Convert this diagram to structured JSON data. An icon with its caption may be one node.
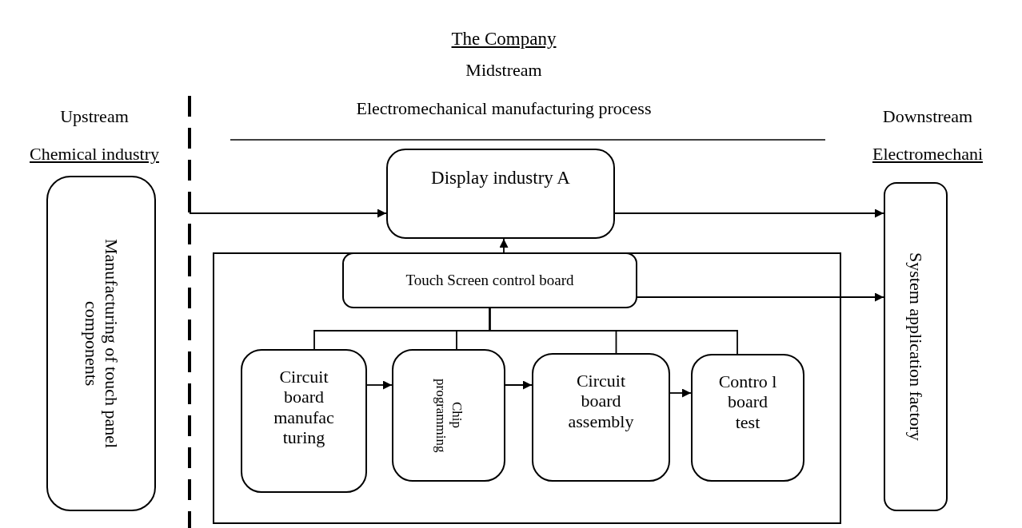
{
  "diagram": {
    "title": "The Company",
    "nodes": [
      {
        "text": [
          "Manufacturing of touch panel components"
        ]
      },
      {
        "text": [
          "Display industry A"
        ]
      },
      {
        "text": [],
        "shape": "box"
      },
      {
        "text": [
          "Touch Screen control board"
        ],
        "in": 2
      },
      {
        "text": [
          "Circuit board manufac turing"
        ],
        "in": 2
      },
      {
        "text": [
          "Chip programming"
        ],
        "in": 2
      },
      {
        "text": [
          "Circuit board assembly"
        ],
        "in": 2
      },
      {
        "text": [
          "Contro l board test"
        ],
        "in": 2
      },
      {
        "text": [
          "System application factory"
        ]
      }
    ],
    "edges": [
      {
        "from": null,
        "to": 1,
        "arrow": "to"
      },
      {
        "from": 1,
        "to": 8,
        "arrow": "to"
      },
      {
        "from": 3,
        "to": 1,
        "arrow": "to"
      },
      {
        "from": 3,
        "to": 8,
        "arrow": "to"
      },
      {
        "from": 3,
        "to": 4,
        "arrow": "none"
      },
      {
        "from": 3,
        "to": 5,
        "arrow": "none"
      },
      {
        "from": 3,
        "to": 6,
        "arrow": "none"
      },
      {
        "from": 3,
        "to": 7,
        "arrow": "none"
      },
      {
        "from": 4,
        "to": 5,
        "arrow": "to"
      },
      {
        "from": 5,
        "to": 6,
        "arrow": "to"
      },
      {
        "from": 6,
        "to": 7,
        "arrow": "to"
      }
    ],
    "labels": [
      "Midstream",
      "Upstream",
      "Electromechanical manufacturing process",
      "Downstream",
      "Chemical industry",
      "Electromechani"
    ]
  }
}
